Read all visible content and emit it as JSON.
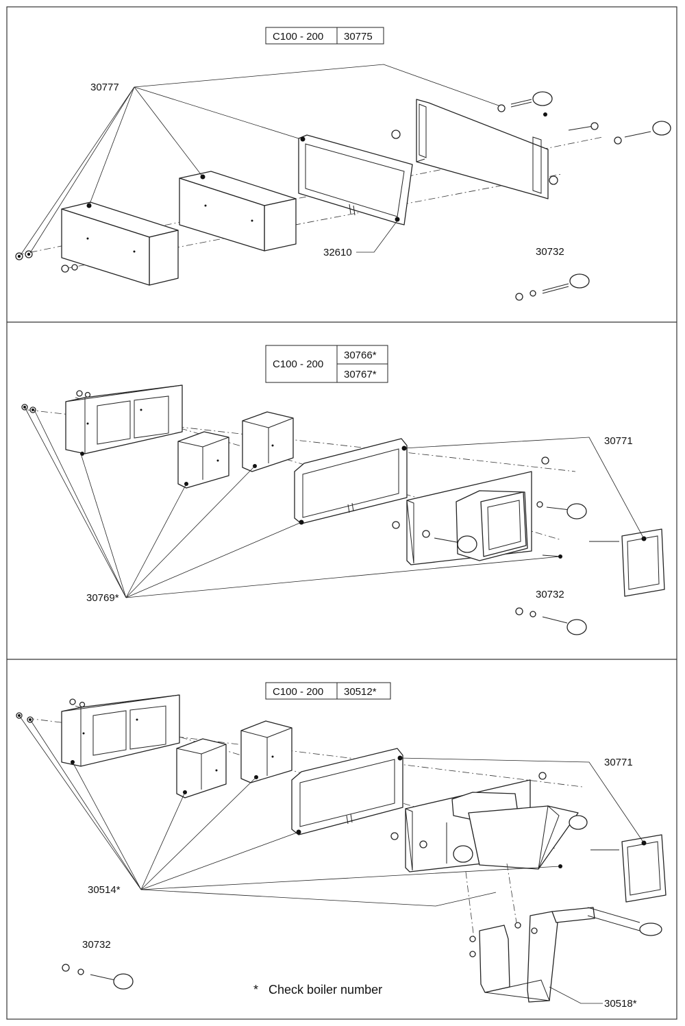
{
  "panel1": {
    "model": "C100 - 200",
    "code": "30775",
    "labels": {
      "frontCover": "30777",
      "gasket": "32610",
      "knobKit": "30732"
    }
  },
  "panel2": {
    "model": "C100 - 200",
    "codeA": "30766*",
    "codeB": "30767*",
    "labels": {
      "insulation": "30769*",
      "gasket": "30771",
      "knobKit": "30732"
    }
  },
  "panel3": {
    "model": "C100 - 200",
    "code": "30512*",
    "labels": {
      "insulation": "30514*",
      "gasket": "30771",
      "bracket": "30518*",
      "knobKit": "30732"
    }
  },
  "footnote": {
    "star": "*",
    "text": "Check boiler number"
  }
}
